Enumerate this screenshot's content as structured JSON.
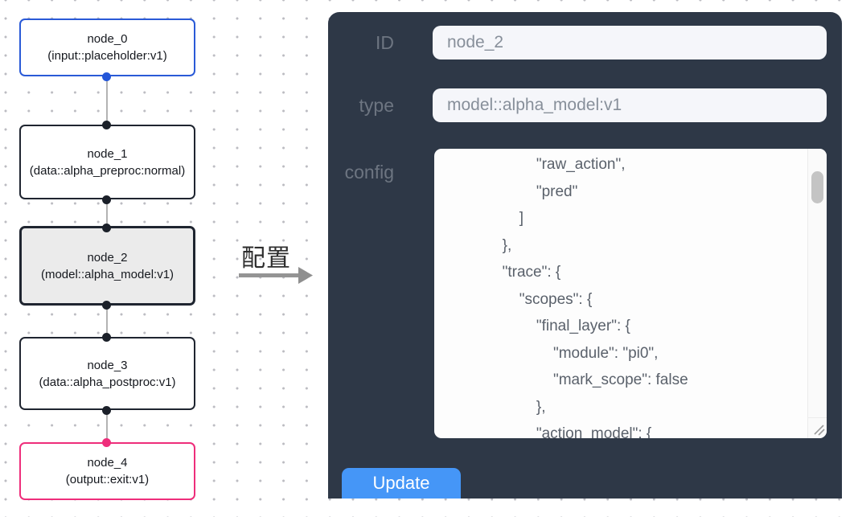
{
  "canvas": {
    "nodes": [
      {
        "title": "node_0",
        "subtitle": "(input::placeholder:v1)",
        "kind": "input"
      },
      {
        "title": "node_1",
        "subtitle": "(data::alpha_preproc:normal)",
        "kind": "data"
      },
      {
        "title": "node_2",
        "subtitle": "(model::alpha_model:v1)",
        "kind": "model-selected"
      },
      {
        "title": "node_3",
        "subtitle": "(data::alpha_postproc:v1)",
        "kind": "data"
      },
      {
        "title": "node_4",
        "subtitle": "(output::exit:v1)",
        "kind": "output"
      }
    ],
    "colors": {
      "input_border": "#2a5ad7",
      "default_border": "#1f2530",
      "output_border": "#ee2e7b",
      "selected_bg": "#ebebeb",
      "edge": "#b3b3b3"
    }
  },
  "annotation": {
    "label": "配置"
  },
  "panel": {
    "bg": "#2e3847",
    "accent": "#4596f7",
    "fields": [
      {
        "label": "ID",
        "value": "node_2"
      },
      {
        "label": "type",
        "value": "model::alpha_model:v1"
      }
    ],
    "config": {
      "label": "config",
      "text": "                     \"raw_action\",\n                     \"pred\"\n                 ]\n             },\n             \"trace\": {\n                 \"scopes\": {\n                     \"final_layer\": {\n                         \"module\": \"pi0\",\n                         \"mark_scope\": false\n                     },\n                     \"action_model\": {"
    },
    "update_label": "Update"
  }
}
